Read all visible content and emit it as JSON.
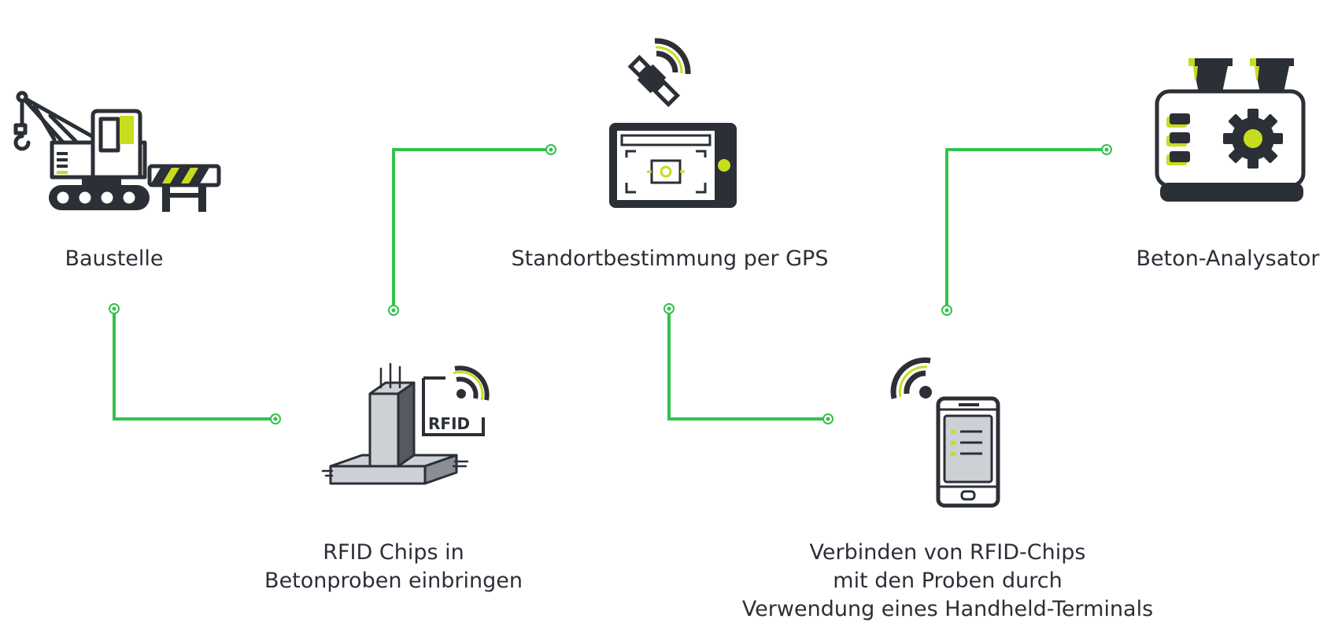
{
  "colors": {
    "connector": "#33c24d",
    "dark": "#2b2f36",
    "accent": "#c8dc1e",
    "light_grey": "#cdd1d6",
    "mid_grey": "#8a8f96",
    "shadow_grey": "#555a61"
  },
  "steps": [
    {
      "id": "baustelle",
      "icon": "crane-construction-site-icon",
      "lines": [
        "Baustelle"
      ]
    },
    {
      "id": "rfid",
      "icon": "concrete-sample-rfid-icon",
      "lines": [
        "RFID Chips in",
        "Betonproben einbringen"
      ]
    },
    {
      "id": "gps",
      "icon": "satellite-gps-tablet-icon",
      "lines": [
        "Standortbestimmung per GPS"
      ]
    },
    {
      "id": "handheld",
      "icon": "smartphone-wifi-icon",
      "lines": [
        "Verbinden von RFID-Chips",
        "mit den Proben durch",
        "Verwendung eines Handheld-Terminals"
      ]
    },
    {
      "id": "analysator",
      "icon": "concrete-analyzer-machine-icon",
      "lines": [
        "Beton-Analysator"
      ]
    }
  ]
}
